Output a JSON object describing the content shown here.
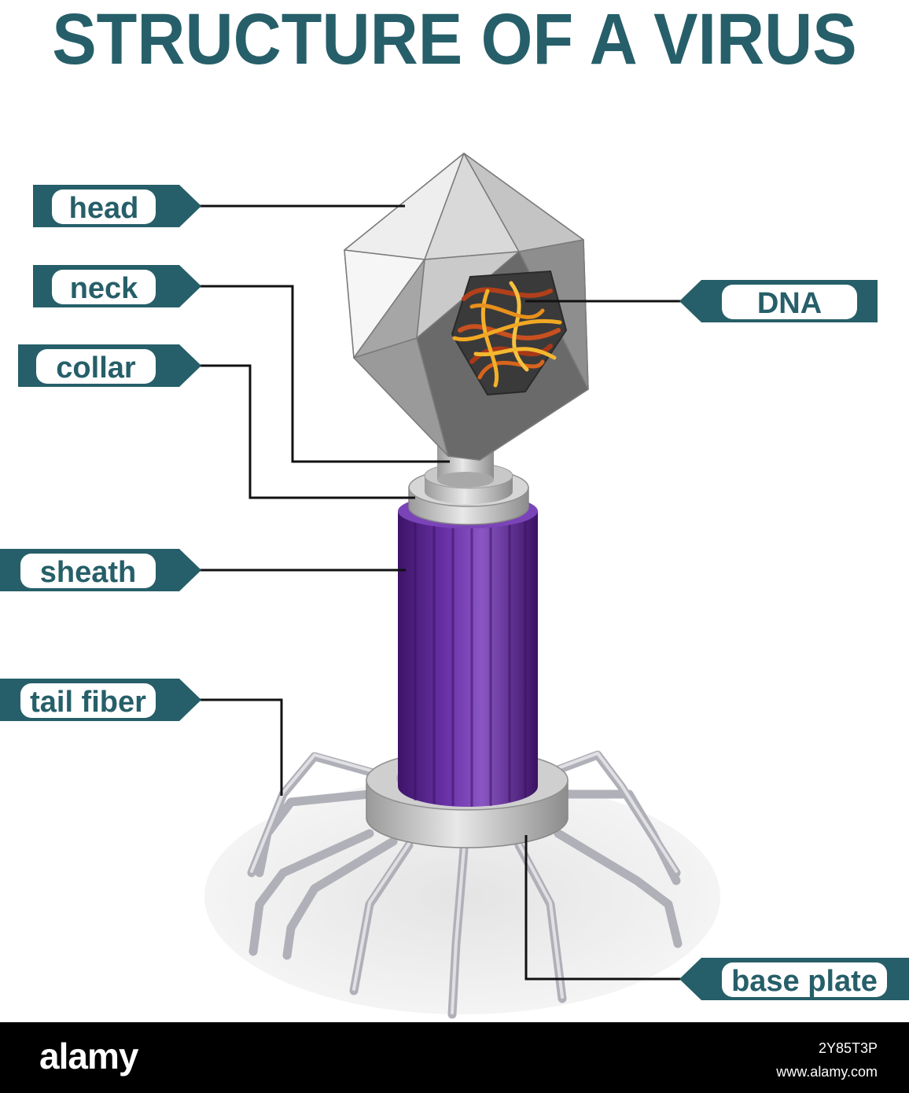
{
  "title": "STRUCTURE OF A VIRUS",
  "labels": {
    "head": "head",
    "neck": "neck",
    "collar": "collar",
    "sheath": "sheath",
    "tail_fiber": "tail fiber",
    "dna": "DNA",
    "base_plate": "base plate"
  },
  "footer": {
    "logo": "alamy",
    "image_id": "2Y85T3P",
    "site": "www.alamy.com"
  },
  "colors": {
    "label_teal": "#265f69",
    "sheath_purple": "#5b2590",
    "capsid_gray": "#b9b9b9",
    "dna_orange": "#f0a020"
  }
}
